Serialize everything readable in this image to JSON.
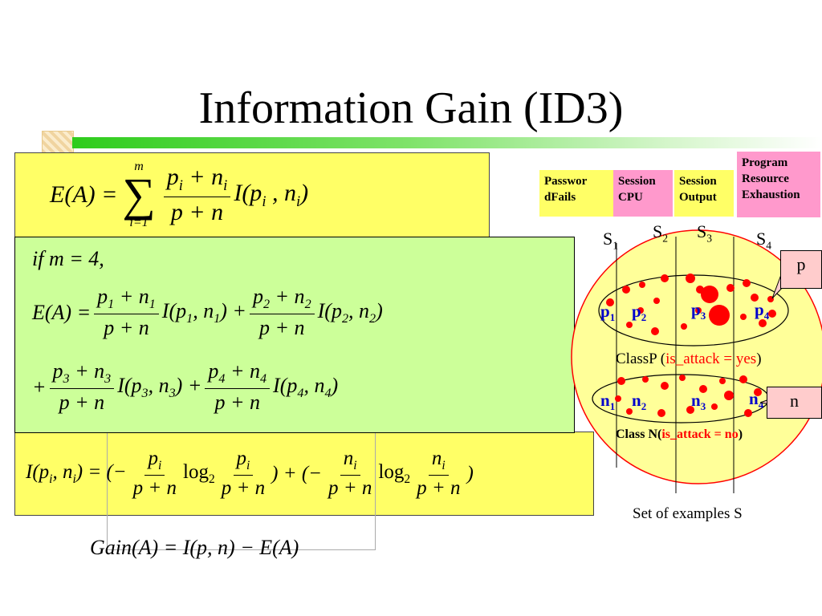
{
  "slide": {
    "title": "Information Gain (ID3)"
  },
  "formulas": {
    "entropy": {
      "lhs": "E(A) = ",
      "sum_upper": "m",
      "sum_lower": "i=1",
      "numerator": "p_i + n_i",
      "denominator": "p + n",
      "tail": "I(p_i, n_i)"
    },
    "expansion": {
      "condition": "if  m = 4,",
      "line1_lhs": "E(A) =",
      "terms": [
        "p_1 + n_1 / p + n · I(p_1, n_1)",
        "p_2 + n_2 / p + n · I(p_2, n_2)",
        "p_3 + n_3 / p + n · I(p_3, n_3)",
        "p_4 + n_4 / p + n · I(p_4, n_4)"
      ]
    },
    "information": "I(p_i, n_i) = (− p_i/(p+n) log_2 p_i/(p+n)) + (− n_i/(p+n) log_2 n_i/(p+n))",
    "gain": "Gain(A) = I(p, n) − E(A)"
  },
  "attributes": [
    {
      "label": "Passwor dFails",
      "color": "#ffff66"
    },
    {
      "label": "Session CPU",
      "color": "#ff99cc"
    },
    {
      "label": "Session Output",
      "color": "#ffff66"
    },
    {
      "label": "Program Resource Exhaustion",
      "color": "#ff99cc"
    }
  ],
  "diagram": {
    "subsets": [
      "S1",
      "S2",
      "S3",
      "S4"
    ],
    "p_labels": [
      "p1",
      "p2",
      "p3",
      "p4"
    ],
    "n_labels": [
      "n1",
      "n2",
      "n3",
      "n4"
    ],
    "class_p": {
      "prefix": "ClassP (",
      "highlight": "is_attack = yes",
      "suffix": ")"
    },
    "class_n": {
      "prefix": "Class N(",
      "highlight": "is_attack = no",
      "suffix": ")"
    },
    "callout_p": "p",
    "callout_n": "n",
    "caption": "Set of examples S"
  }
}
